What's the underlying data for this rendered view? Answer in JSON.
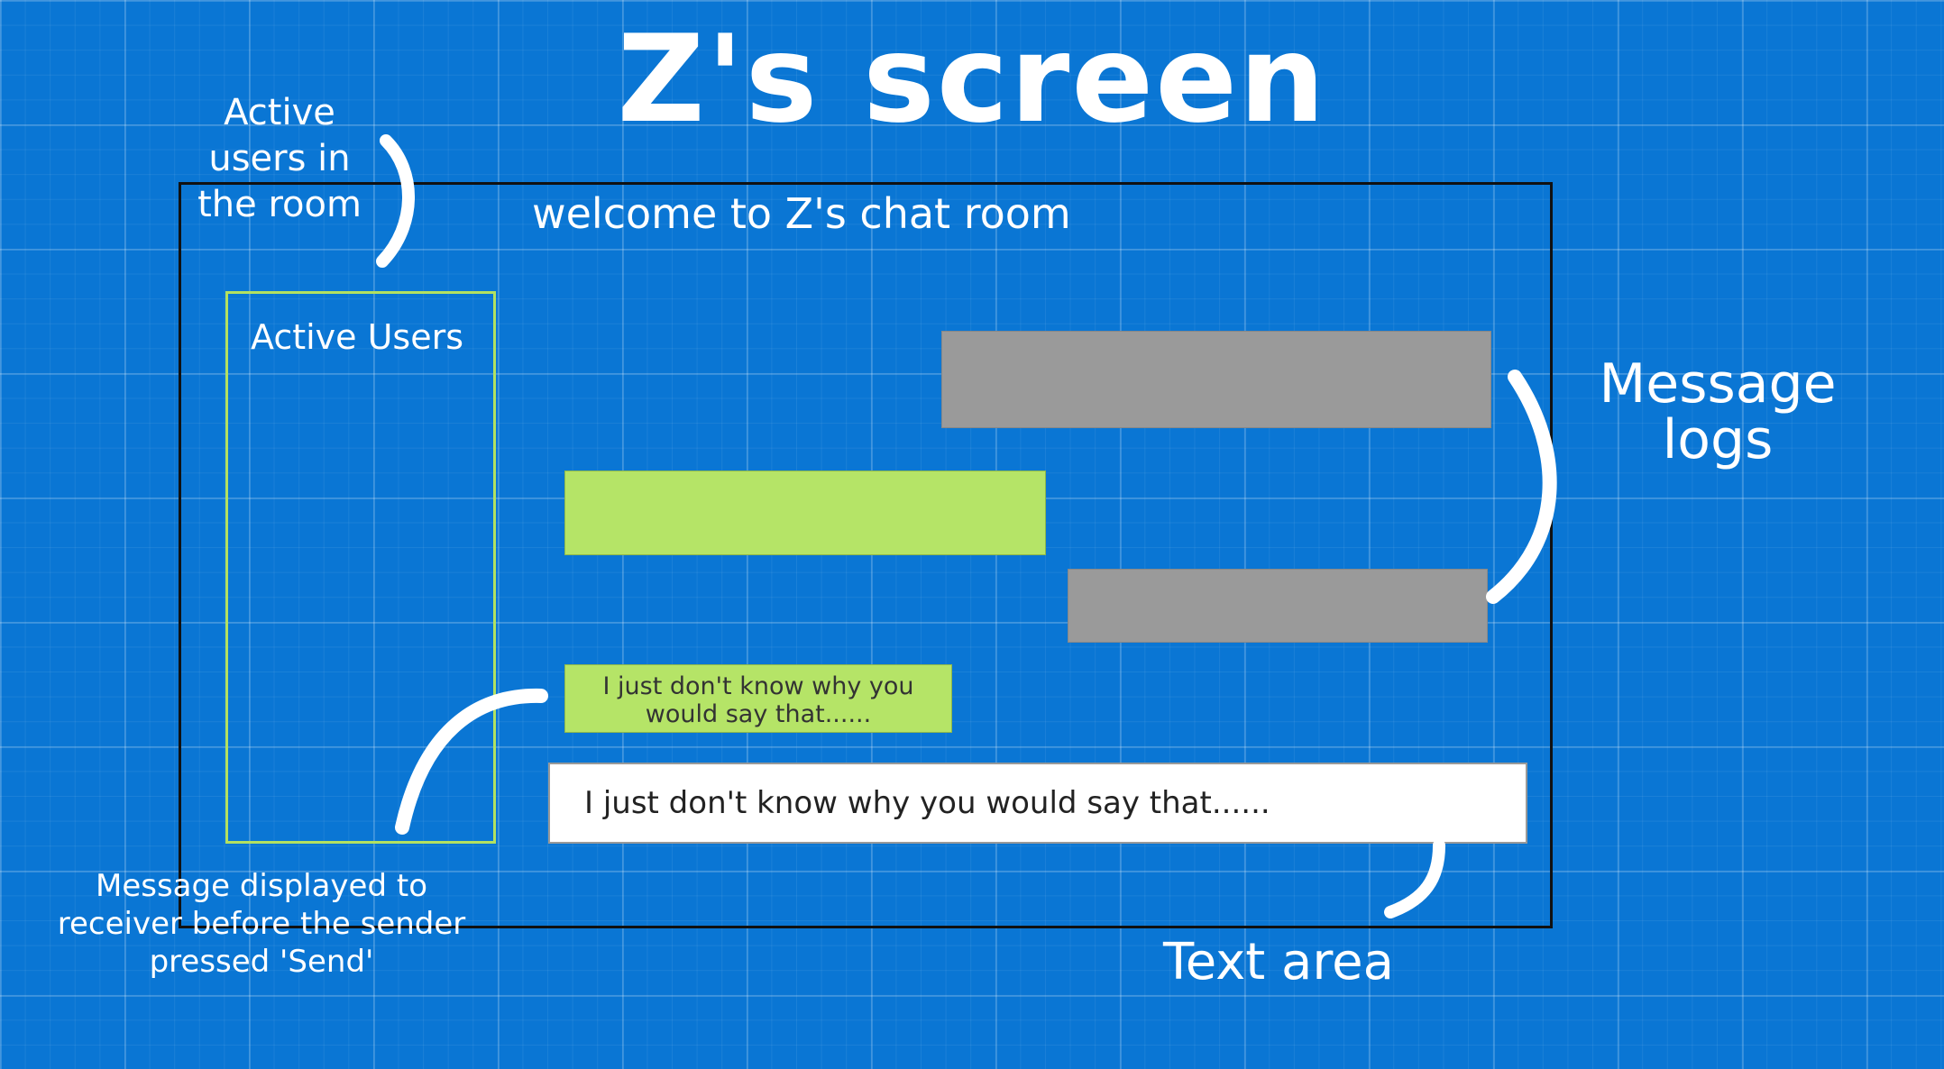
{
  "title": "Z's screen",
  "chat": {
    "welcome": "welcome to Z's chat room",
    "active_users_title": "Active Users",
    "preview_message": "I just don't know why you would say that......",
    "text_area_value": "I just don't know why you would say that......"
  },
  "annotations": {
    "active_users": "Active users in the room",
    "message_logs": "Message logs",
    "preview": "Message displayed to receiver before the sender pressed 'Send'",
    "text_area": "Text area"
  },
  "colors": {
    "background": "#0a76d4",
    "received_bubble": "#9a9a9a",
    "sent_bubble": "#b5e467",
    "panel_border": "#b3e160"
  }
}
